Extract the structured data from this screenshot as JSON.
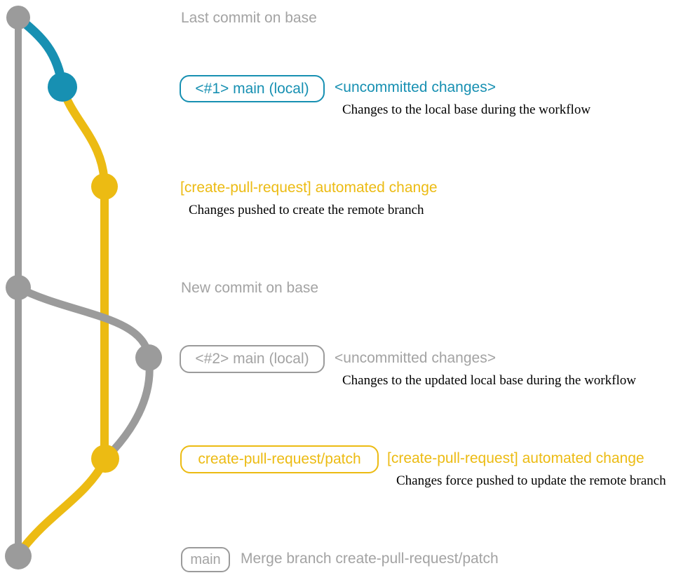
{
  "colors": {
    "gray-line": "#9b9b9b",
    "gray-text": "#a3a3a3",
    "blue": "#1790b2",
    "yellow": "#ecbb13",
    "ink": "#000000"
  },
  "graph": {
    "commits": [
      {
        "node": "commit-base-top",
        "color": "gray"
      },
      {
        "node": "commit-main-local-1",
        "color": "blue"
      },
      {
        "node": "commit-automated-1",
        "color": "yellow"
      },
      {
        "node": "commit-base-new",
        "color": "gray"
      },
      {
        "node": "commit-main-local-2",
        "color": "gray"
      },
      {
        "node": "commit-automated-2",
        "color": "yellow"
      },
      {
        "node": "commit-merge",
        "color": "gray"
      }
    ]
  },
  "annotations": {
    "last_commit": "Last commit on base",
    "row1": {
      "badge": "<#1> main (local)",
      "title": "<uncommitted changes>",
      "desc": "Changes to the local base during the workflow"
    },
    "row2": {
      "title": "[create-pull-request] automated change",
      "desc": "Changes pushed to create the remote branch"
    },
    "new_commit": "New commit on base",
    "row3": {
      "badge": "<#2> main (local)",
      "title": "<uncommitted changes>",
      "desc": "Changes to the updated local base during the workflow"
    },
    "row4": {
      "badge": "create-pull-request/patch",
      "title": "[create-pull-request] automated change",
      "desc": "Changes force pushed to update the remote branch"
    },
    "row5": {
      "badge": "main",
      "title": "Merge branch create-pull-request/patch"
    }
  }
}
